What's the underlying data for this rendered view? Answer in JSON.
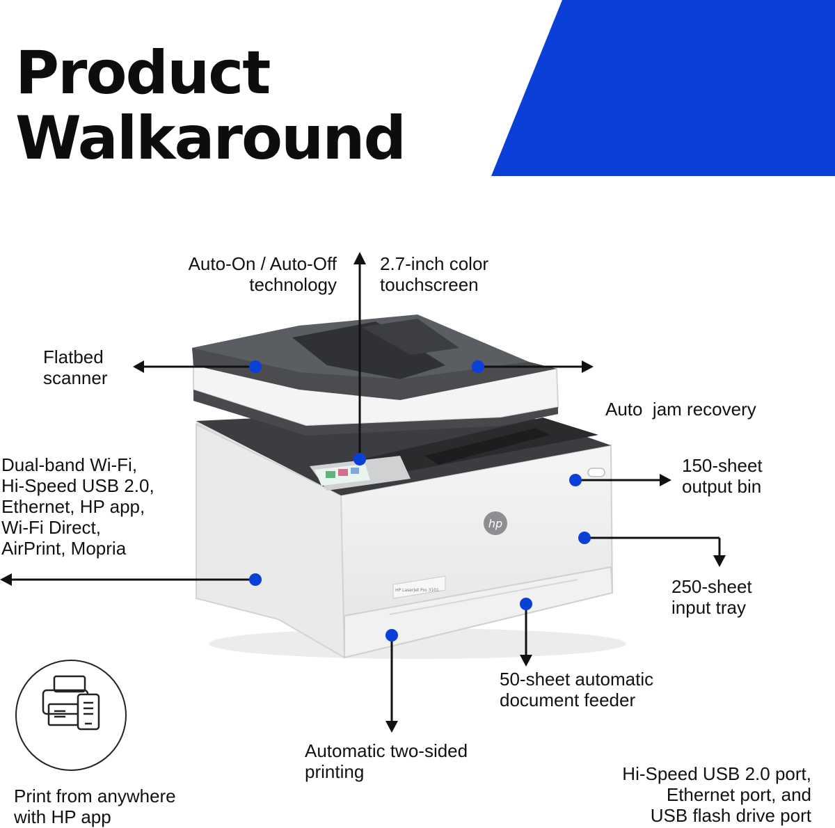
{
  "header": {
    "title_line1": "Product",
    "title_line2": "Walkaround",
    "accent_color": "#0a3fd8"
  },
  "device": {
    "logo_text": "hp",
    "model_plate": "HP LaserJet Pro 3101"
  },
  "callouts": {
    "auto_on_off": [
      "Auto-On / Auto-Off",
      "technology"
    ],
    "touchscreen": [
      "2.7-inch color",
      "touchscreen"
    ],
    "flatbed": [
      "Flatbed",
      "scanner"
    ],
    "jam_recovery": [
      "Auto  jam recovery"
    ],
    "connectivity": [
      "Dual-band Wi-Fi,",
      "Hi-Speed USB 2.0,",
      "Ethernet, HP app,",
      "Wi-Fi Direct,",
      "AirPrint, Mopria"
    ],
    "output_bin": [
      "150-sheet",
      "output bin"
    ],
    "input_tray": [
      "250-sheet",
      "input tray"
    ],
    "adf": [
      "50-sheet automatic",
      "document feeder"
    ],
    "duplex": [
      "Automatic two-sided",
      "printing"
    ],
    "ports": [
      "Hi-Speed USB 2.0 port,",
      "Ethernet port, and",
      "USB flash drive port"
    ]
  },
  "app_feature": {
    "icon": "printer-phone-icon",
    "caption": [
      "Print from anywhere",
      "with HP app"
    ]
  },
  "marker_color": "#0a3fd8"
}
